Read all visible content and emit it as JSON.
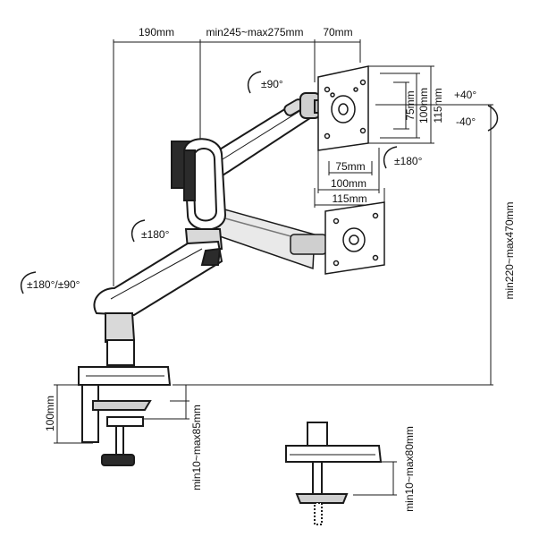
{
  "dimensions": {
    "top_left_span": "190mm",
    "top_mid_span": "min245~max275mm",
    "top_right_span": "70mm",
    "height_range": "min220~max470mm",
    "clamp_height": "100mm",
    "clamp_range": "min10~max85mm",
    "grommet_range": "min10~max80mm",
    "vesa_small_h": "75mm",
    "vesa_small_v": "75mm",
    "vesa_mid_h": "100mm",
    "vesa_mid_v": "100mm",
    "vesa_large_h": "115mm",
    "vesa_large_v": "115mm"
  },
  "rotations": {
    "base_swivel": "±180°/±90°",
    "elbow": "±180°",
    "head_rotate": "±90°",
    "screen_rotate": "±180°",
    "tilt_up": "+40°",
    "tilt_down": "-40°"
  },
  "colors": {
    "line": "#1a1a1a",
    "fill_light": "#e9e9e9",
    "fill_mid": "#cfcfcf",
    "fill_dark": "#2b2b2b"
  }
}
